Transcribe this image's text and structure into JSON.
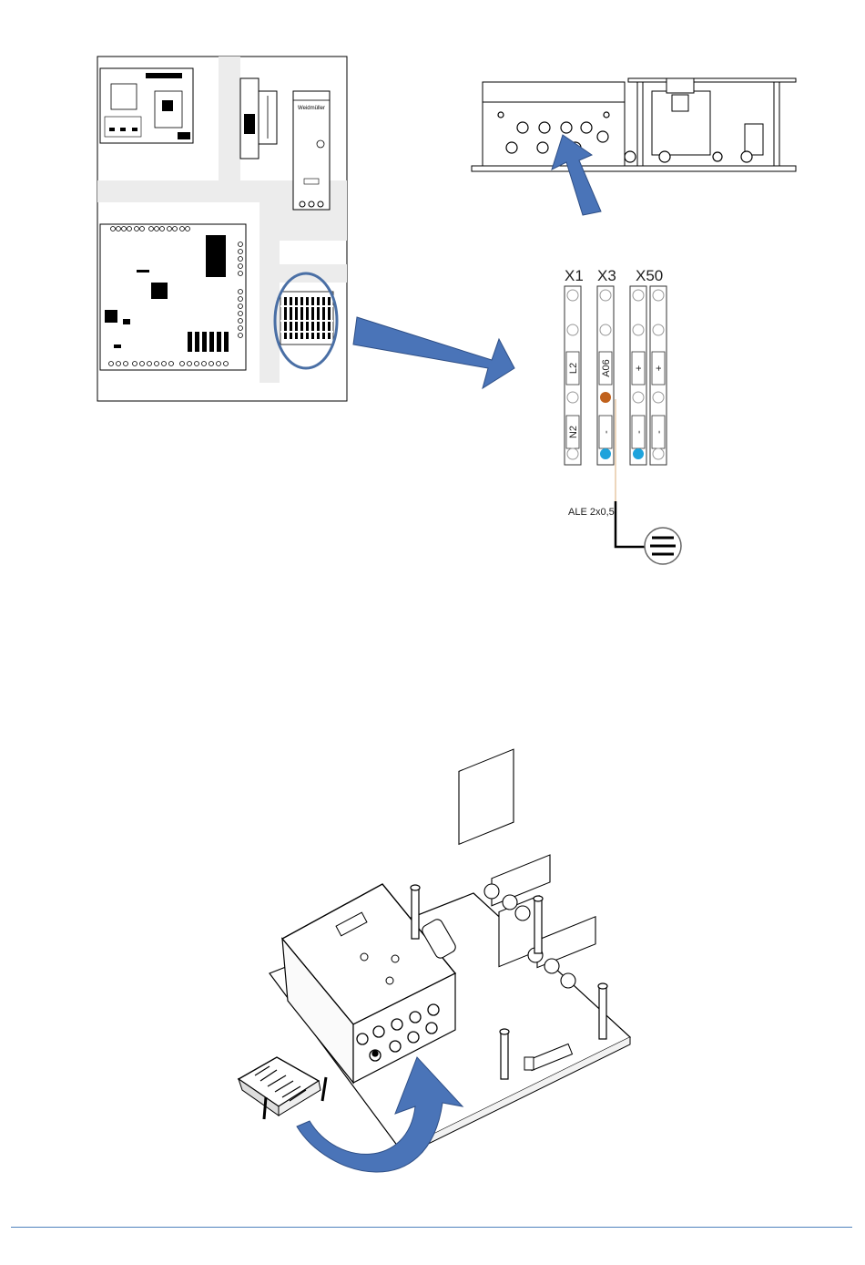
{
  "terminal_diagram": {
    "headers": [
      "X1",
      "X3",
      "X50"
    ],
    "cells": {
      "x1_top": "L2",
      "x1_bottom": "N2",
      "x3_top": "A06",
      "x3_bottom": "-",
      "x50a_top": "+",
      "x50a_bottom": "-",
      "x50b_top": "+",
      "x50b_bottom": "-"
    },
    "cable_label": "ALE 2x0,5"
  },
  "panel": {
    "supply_brand": "Weidmüller"
  },
  "colors": {
    "arrow_fill": "#4a74b8",
    "arrow_stroke": "#2f4f86",
    "highlight_ellipse": "#4a6fa5",
    "wire_brown": "#c0611c",
    "wire_blue": "#1ea3dc",
    "footer_line": "#4f81bd"
  }
}
